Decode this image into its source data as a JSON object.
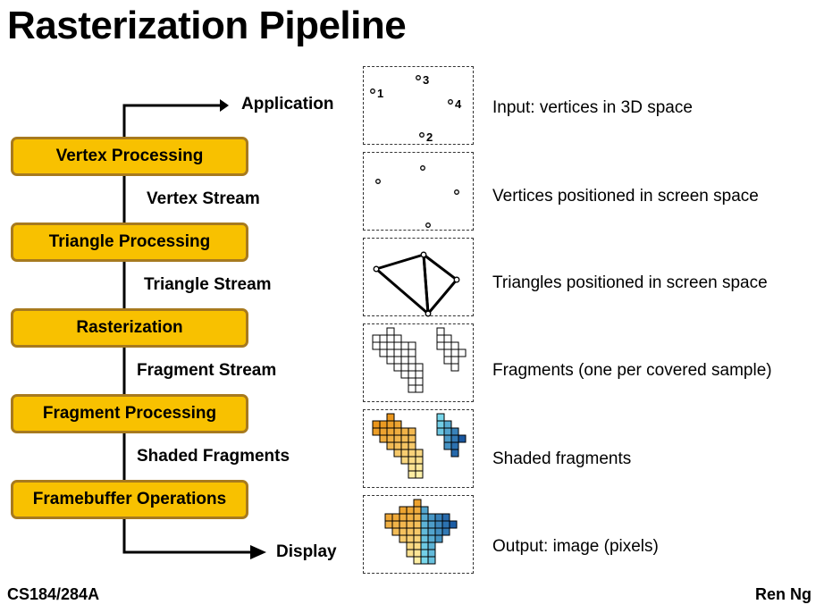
{
  "title": "Rasterization Pipeline",
  "stages": [
    "Vertex Processing",
    "Triangle Processing",
    "Rasterization",
    "Fragment Processing",
    "Framebuffer Operations"
  ],
  "streams": [
    "Vertex Stream",
    "Triangle Stream",
    "Fragment Stream",
    "Shaded Fragments"
  ],
  "endpoints": {
    "start": "Application",
    "end": "Display"
  },
  "descriptions": [
    "Input: vertices in 3D space",
    "Vertices positioned in screen space",
    "Triangles positioned in screen space",
    "Fragments (one per covered sample)",
    "Shaded fragments",
    "Output: image (pixels)"
  ],
  "vertex_labels": [
    "1",
    "2",
    "3",
    "4"
  ],
  "footer": {
    "course": "CS184/284A",
    "author": "Ren Ng"
  },
  "colors": {
    "stage_fill": "#f8c100",
    "stage_border": "#a77a1f",
    "warm_shade": "#f2a01a",
    "cool_shade": "#1f7fc0"
  }
}
